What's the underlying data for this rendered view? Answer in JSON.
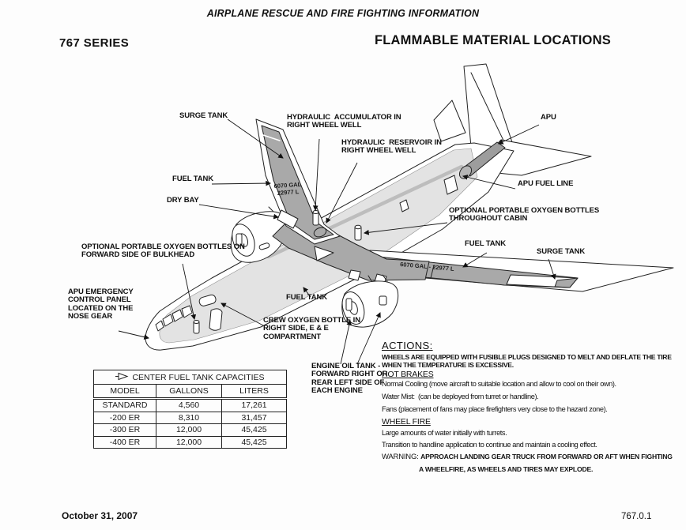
{
  "header": {
    "doc_title": "AIRPLANE RESCUE AND FIRE FIGHTING INFORMATION",
    "series": "767 SERIES",
    "page_title": "FLAMMABLE MATERIAL LOCATIONS"
  },
  "diagram": {
    "callouts": [
      {
        "id": "surge-tank-left",
        "text": "SURGE TANK"
      },
      {
        "id": "hydraulic-accumulator",
        "text": "HYDRAULIC  ACCUMULATOR IN\nRIGHT WHEEL WELL"
      },
      {
        "id": "hydraulic-reservoir",
        "text": "HYDRAULIC  RESERVOIR IN\nRIGHT WHEEL WELL"
      },
      {
        "id": "apu",
        "text": "APU"
      },
      {
        "id": "fuel-tank-left-wing",
        "text": "FUEL TANK"
      },
      {
        "id": "dry-bay",
        "text": "DRY BAY"
      },
      {
        "id": "apu-fuel-line",
        "text": "APU FUEL LINE"
      },
      {
        "id": "oxygen-bottles-cabin",
        "text": "OPTIONAL PORTABLE OXYGEN BOTTLES\nTHROUGHOUT CABIN"
      },
      {
        "id": "fuel-tank-right-wing",
        "text": "FUEL TANK"
      },
      {
        "id": "surge-tank-right",
        "text": "SURGE TANK"
      },
      {
        "id": "oxygen-bottles-bulkhead",
        "text": "OPTIONAL PORTABLE OXYGEN BOTTLES ON\nFORWARD SIDE OF BULKHEAD"
      },
      {
        "id": "apu-emergency-panel",
        "text": "APU EMERGENCY\nCONTROL PANEL\nLOCATED ON THE\nNOSE GEAR"
      },
      {
        "id": "fuel-tank-center",
        "text": "FUEL TANK"
      },
      {
        "id": "crew-oxygen-bottle",
        "text": "CREW OXYGEN BOTTLE IN\nRIGHT SIDE, E & E\nCOMPARTMENT"
      },
      {
        "id": "engine-oil-tank",
        "text": "ENGINE OIL TANK -\nFORWARD RIGHT OR\nREAR LEFT SIDE OF\nEACH ENGINE"
      }
    ],
    "left_wing_capacity": "6070 GAL\n22977 L",
    "right_wing_capacity": "6070 GAL - 22977 L"
  },
  "fuel_table": {
    "title": "CENTER FUEL TANK CAPACITIES",
    "columns": [
      "MODEL",
      "GALLONS",
      "LITERS"
    ],
    "rows": [
      {
        "model": "STANDARD",
        "gallons": "4,560",
        "liters": "17,261"
      },
      {
        "model": "-200 ER",
        "gallons": "8,310",
        "liters": "31,457"
      },
      {
        "model": "-300 ER",
        "gallons": "12,000",
        "liters": "45,425"
      },
      {
        "model": "-400 ER",
        "gallons": "12,000",
        "liters": "45,425"
      }
    ]
  },
  "actions": {
    "title": "ACTIONS:",
    "intro": "WHEELS ARE EQUIPPED WITH FUSIBLE PLUGS DESIGNED TO MELT AND DEFLATE THE TIRE\nWHEN THE TEMPERATURE IS EXCESSIVE.",
    "hot_brakes_title": "HOT BRAKES",
    "hot_brakes_lines": [
      "Normal Cooling (move aircraft to suitable location and allow to cool on their own).",
      "Water Mist:  (can be deployed from turret or handline).",
      "Fans (placement of fans may place firefighters very close to the hazard zone)."
    ],
    "wheel_fire_title": "WHEEL FIRE",
    "wheel_fire_lines": [
      "Large amounts of water initially with turrets.",
      "Transition to handline application to continue and maintain a cooling effect."
    ],
    "warning_label": "WARNING:",
    "warning_text": "APPROACH LANDING GEAR TRUCK FROM FORWARD OR AFT WHEN FIGHTING",
    "warning_text2": "A WHEELFIRE, AS WHEELS AND TIRES MAY EXPLODE."
  },
  "footer": {
    "date": "October 31, 2007",
    "doc_number": "767.0.1"
  }
}
